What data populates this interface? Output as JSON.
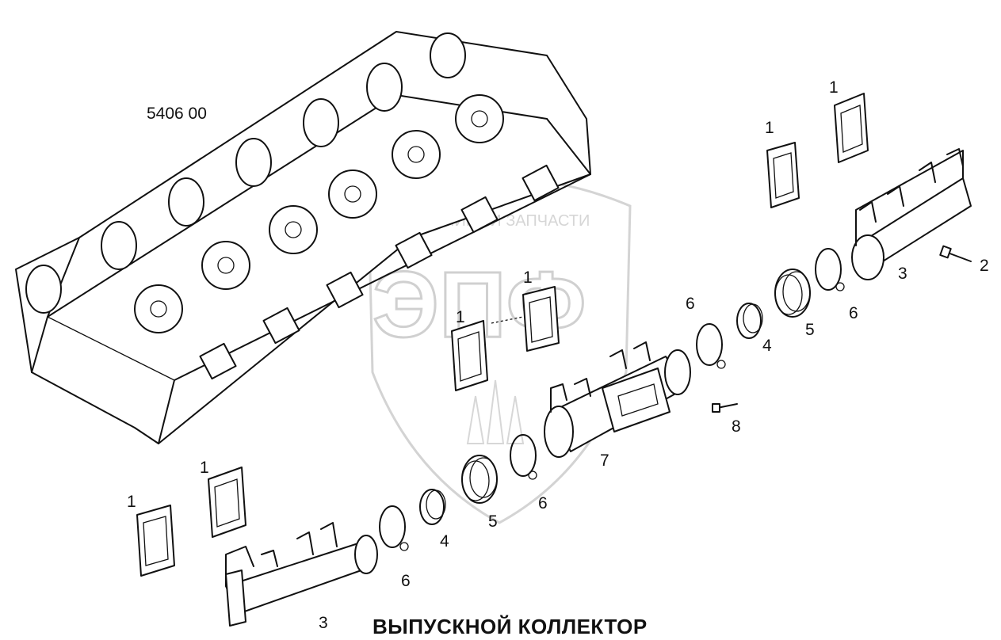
{
  "diagram": {
    "assembly_number": "5406 00",
    "title": "ВЫПУСКНОЙ КОЛЛЕКТОР",
    "watermark": {
      "letters": "ЭПФ",
      "caption": "ТЕХНИКА И ЗАПЧАСТИ"
    },
    "callouts": [
      {
        "id": "c1",
        "text": "1"
      },
      {
        "id": "c2",
        "text": "1"
      },
      {
        "id": "c3",
        "text": "1"
      },
      {
        "id": "c4",
        "text": "1"
      },
      {
        "id": "c5",
        "text": "1"
      },
      {
        "id": "c6",
        "text": "1"
      },
      {
        "id": "c7",
        "text": "2"
      },
      {
        "id": "c8",
        "text": "3"
      },
      {
        "id": "c9",
        "text": "3"
      },
      {
        "id": "c10",
        "text": "4"
      },
      {
        "id": "c11",
        "text": "4"
      },
      {
        "id": "c12",
        "text": "5"
      },
      {
        "id": "c13",
        "text": "5"
      },
      {
        "id": "c14",
        "text": "6"
      },
      {
        "id": "c15",
        "text": "6"
      },
      {
        "id": "c16",
        "text": "6"
      },
      {
        "id": "c17",
        "text": "6"
      },
      {
        "id": "c18",
        "text": "7"
      },
      {
        "id": "c19",
        "text": "8"
      }
    ]
  }
}
